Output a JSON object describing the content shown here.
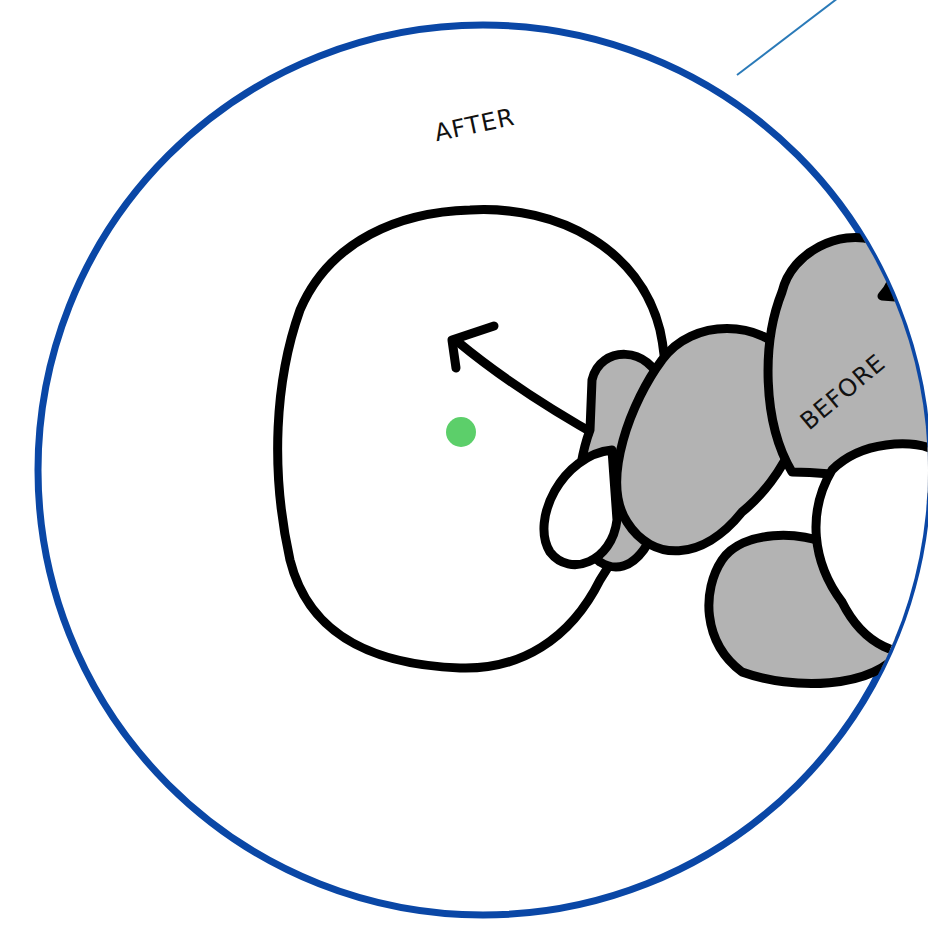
{
  "diagram": {
    "nodes": [
      {
        "text": [
          "AFTER"
        ]
      },
      {
        "text": [
          "BEFORE"
        ],
        "in": 0
      }
    ]
  }
}
